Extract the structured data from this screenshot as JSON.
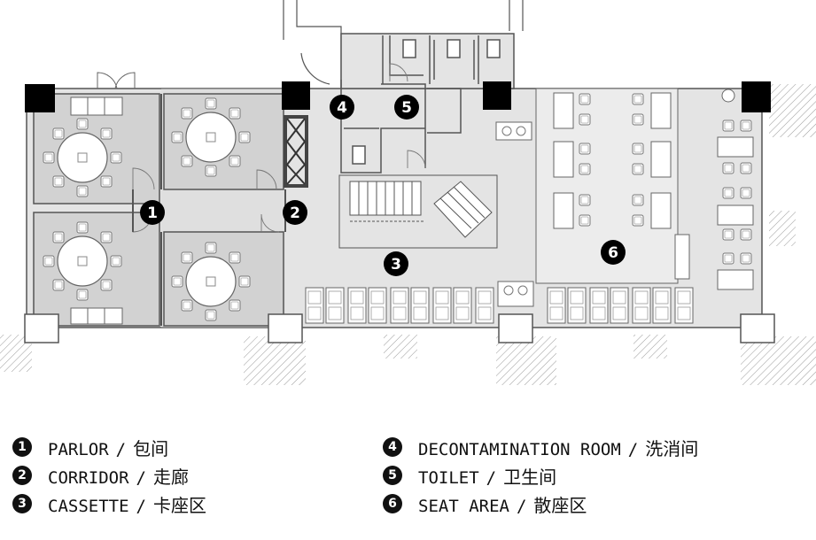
{
  "diagram": {
    "markers": [
      {
        "id": "1"
      },
      {
        "id": "2"
      },
      {
        "id": "3"
      },
      {
        "id": "4"
      },
      {
        "id": "5"
      },
      {
        "id": "6"
      }
    ]
  },
  "legend": {
    "separator": "/",
    "items": [
      {
        "num": "1",
        "en": "PARLOR",
        "zh": "包间"
      },
      {
        "num": "2",
        "en": "CORRIDOR",
        "zh": "走廊"
      },
      {
        "num": "3",
        "en": "CASSETTE",
        "zh": "卡座区"
      },
      {
        "num": "4",
        "en": "DECONTAMINATION ROOM",
        "zh": "洗消间"
      },
      {
        "num": "5",
        "en": "TOILET",
        "zh": "卫生间"
      },
      {
        "num": "6",
        "en": "SEAT AREA",
        "zh": "散座区"
      }
    ]
  }
}
